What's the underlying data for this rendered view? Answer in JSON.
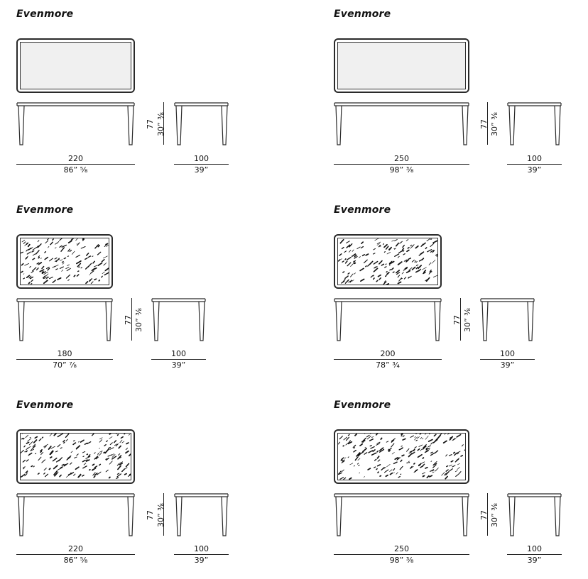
{
  "panels": [
    {
      "title": "Evenmore",
      "finish": "plain",
      "length_cm": "220",
      "length_in": "86” ⁵⁄₈",
      "height_cm": "77",
      "height_in": "30” ³⁄₈",
      "depth_cm": "100",
      "depth_in": "39”"
    },
    {
      "title": "Evenmore",
      "finish": "plain",
      "length_cm": "250",
      "length_in": "98” ³⁄₈",
      "height_cm": "77",
      "height_in": "30” ³⁄₈",
      "depth_cm": "100",
      "depth_in": "39”"
    },
    {
      "title": "Evenmore",
      "finish": "marble",
      "length_cm": "180",
      "length_in": "70” ⁷⁄₈",
      "height_cm": "77",
      "height_in": "30” ³⁄₈",
      "depth_cm": "100",
      "depth_in": "39”"
    },
    {
      "title": "Evenmore",
      "finish": "marble",
      "length_cm": "200",
      "length_in": "78” ³⁄₄",
      "height_cm": "77",
      "height_in": "30” ³⁄₈",
      "depth_cm": "100",
      "depth_in": "39”"
    },
    {
      "title": "Evenmore",
      "finish": "marble",
      "length_cm": "220",
      "length_in": "86” ⁵⁄₈",
      "height_cm": "77",
      "height_in": "30” ³⁄₈",
      "depth_cm": "100",
      "depth_in": "39”"
    },
    {
      "title": "Evenmore",
      "finish": "marble",
      "length_cm": "250",
      "length_in": "98” ³⁄₈",
      "height_cm": "77",
      "height_in": "30” ³⁄₈",
      "depth_cm": "100",
      "depth_in": "39”"
    }
  ],
  "colors": {
    "line": "#2a2a2a",
    "top_fill": "#f0f0f0",
    "marble_fill": "#ffffff"
  }
}
